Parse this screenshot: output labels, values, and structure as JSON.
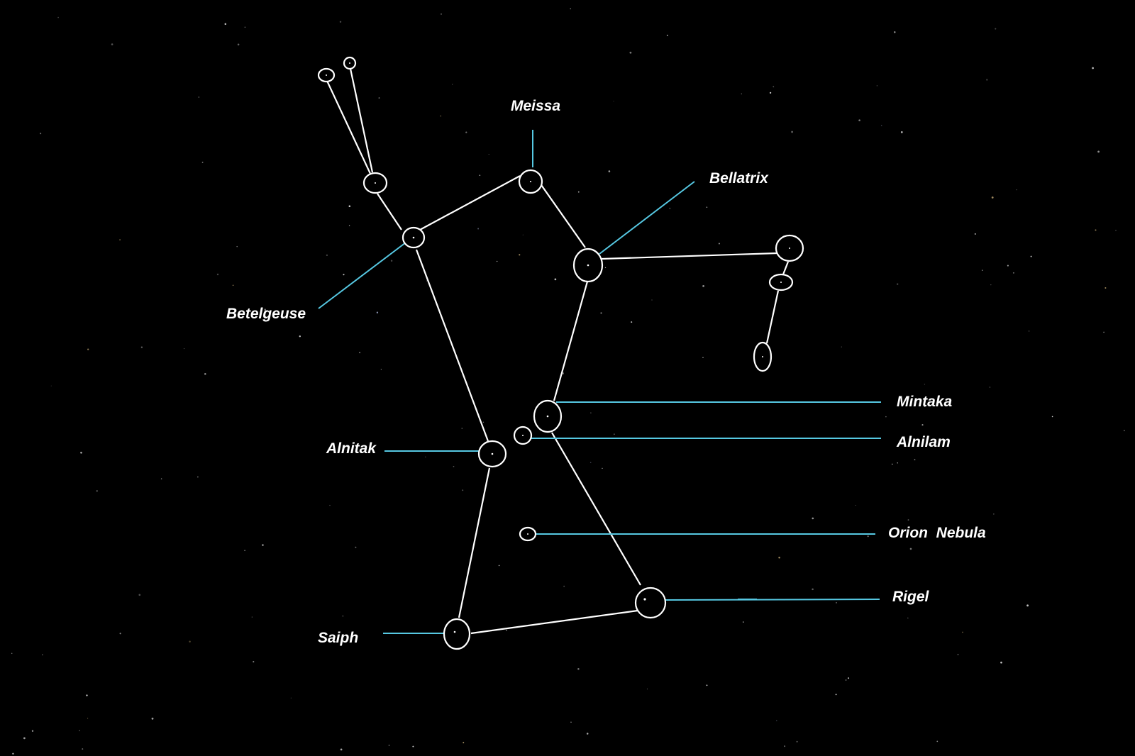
{
  "colors": {
    "background": "#000000",
    "stick_figure": "#ffffff",
    "leader_line": "#56c8e2",
    "label_text": "#ffffff"
  },
  "labels": {
    "meissa": "Meissa",
    "bellatrix": "Bellatrix",
    "betelgeuse": "Betelgeuse",
    "mintaka": "Mintaka",
    "alnilam": "Alnilam",
    "alnitak": "Alnitak",
    "orion_nebula": "Orion  Nebula",
    "rigel": "Rigel",
    "saiph": "Saiph"
  }
}
